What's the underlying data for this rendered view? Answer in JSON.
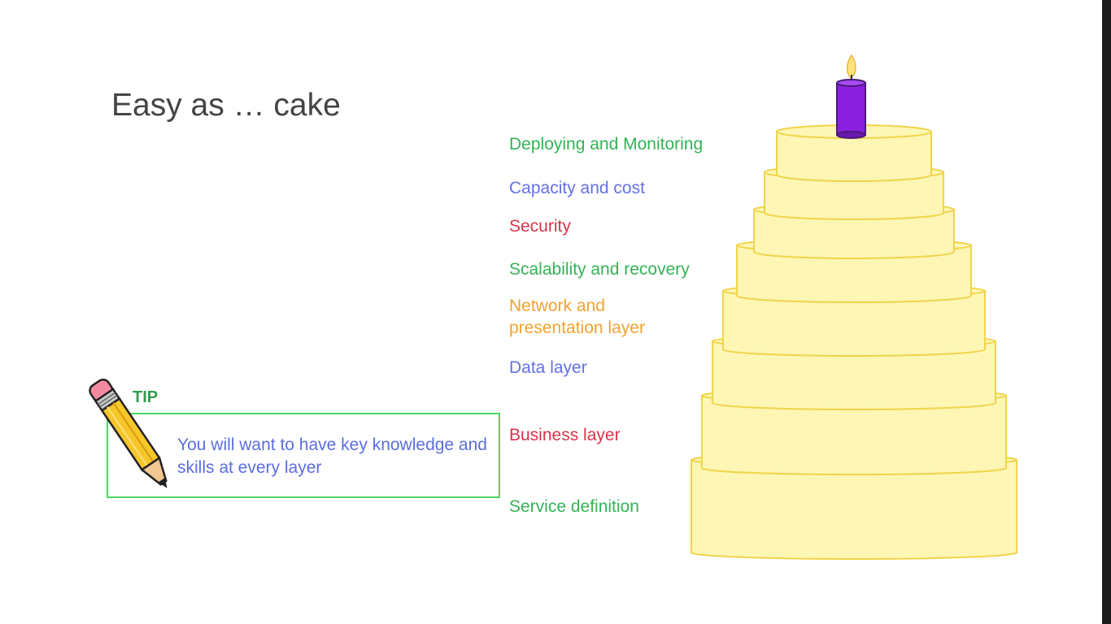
{
  "slide": {
    "title": "Easy as … cake"
  },
  "layers": [
    {
      "label": "Deploying and Monitoring",
      "color": "#34b356"
    },
    {
      "label": "Capacity and cost",
      "color": "#6470e6"
    },
    {
      "label": "Security",
      "color": "#d9344a"
    },
    {
      "label": "Scalability and recovery",
      "color": "#34b356"
    },
    {
      "label": "Network and presentation layer",
      "line1": "Network and",
      "line2": "presentation layer",
      "color": "#f2a32e"
    },
    {
      "label": "Data layer",
      "color": "#6470e6"
    },
    {
      "label": "Business layer",
      "color": "#d9344a"
    },
    {
      "label": "Service definition",
      "color": "#34b356"
    }
  ],
  "tip": {
    "label": "TIP",
    "text": "You will want to have key knowledge and skills at every layer"
  },
  "icons": {
    "pencil": "pencil-icon",
    "candle": "candle-icon"
  },
  "colors": {
    "cake_fill": "#fdf6b4",
    "cake_stroke": "#f0d44a",
    "candle": "#8b1fe0",
    "flame": "#ffe27a",
    "tip_border": "#4cd964"
  }
}
